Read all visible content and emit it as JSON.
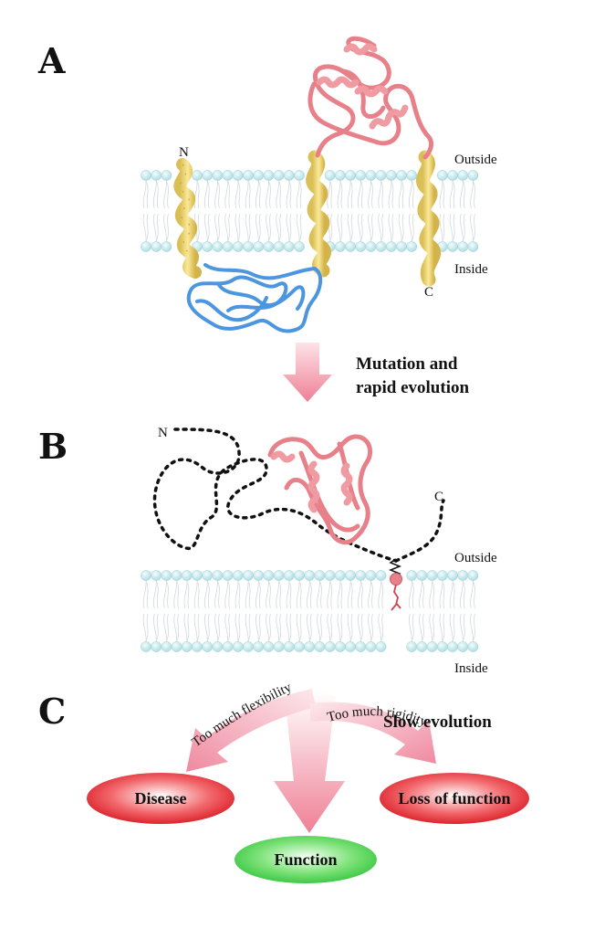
{
  "panels": {
    "a": {
      "label": "A",
      "n_label": "N",
      "c_label": "C",
      "outside": "Outside",
      "inside": "Inside"
    },
    "b": {
      "label": "B",
      "n_label": "N",
      "c_label": "C",
      "outside": "Outside",
      "inside": "Inside"
    },
    "c": {
      "label": "C",
      "slow_evolution": "Slow evolution",
      "left_arrow": "Too much flexibility",
      "right_arrow": "Too much rigidity",
      "disease": "Disease",
      "loss": "Loss of function",
      "function": "Function"
    }
  },
  "transition": {
    "line1": "Mutation and",
    "line2": "rapid evolution"
  },
  "colors": {
    "membrane_bead": "#bfe6ea",
    "membrane_tail": "#d3d9dc",
    "helix": "#f2dc82",
    "pink_domain": "#e8808a",
    "blue_domain": "#5aa0e0",
    "arrow_pink": "#f08da0",
    "disease_red": "#e5202a",
    "function_green": "#3fd04a"
  }
}
